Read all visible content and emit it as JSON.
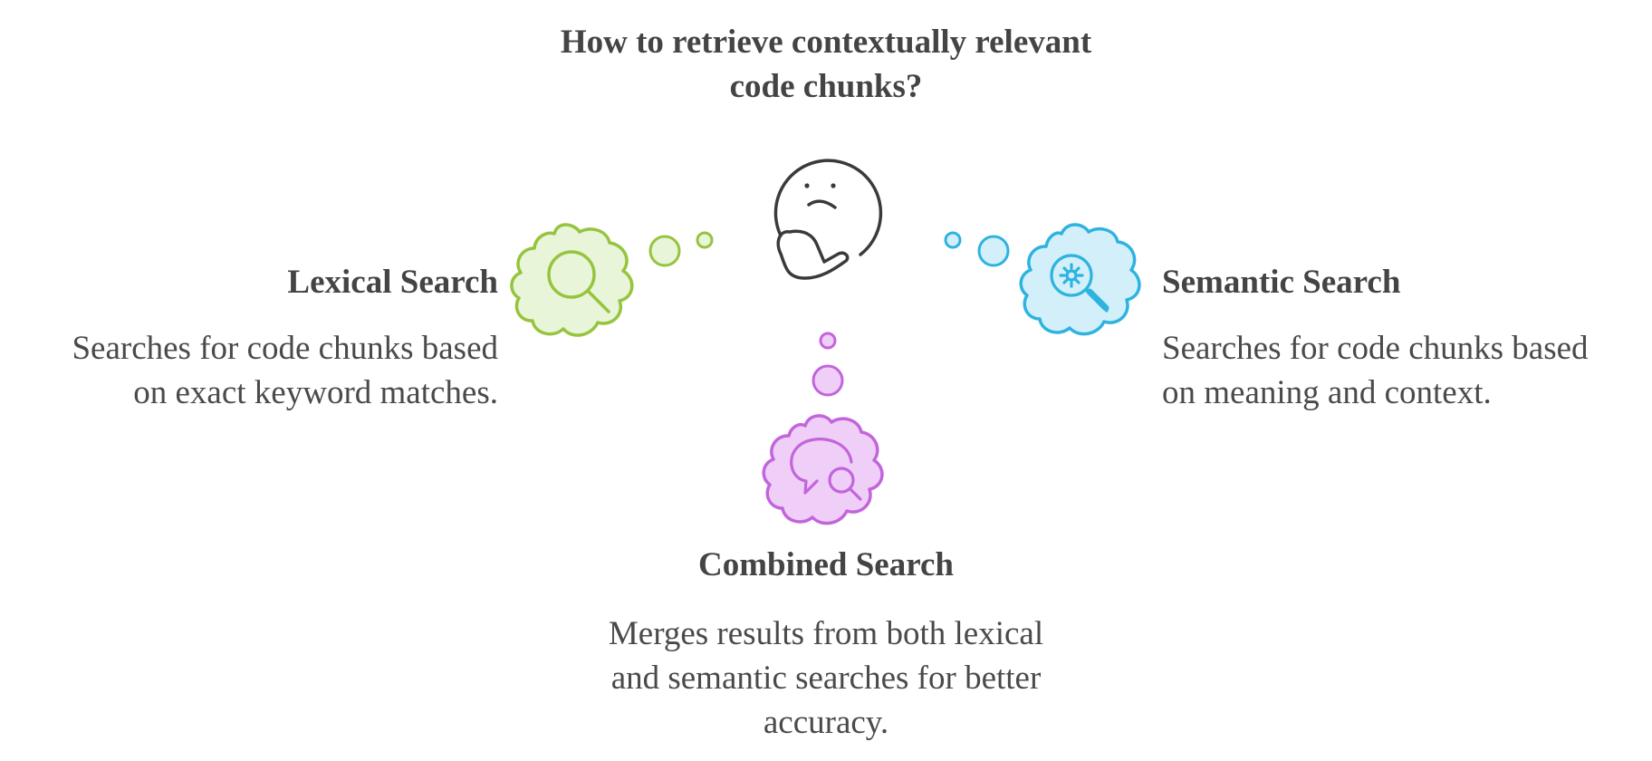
{
  "title": {
    "line1": "How to retrieve contextually relevant",
    "line2": "code chunks?"
  },
  "options": {
    "lexical": {
      "heading": "Lexical Search",
      "desc_line1": "Searches for code chunks based",
      "desc_line2": "on exact keyword matches.",
      "icon": "magnifier-icon",
      "fill": "#e8f5d9",
      "stroke": "#96c43d"
    },
    "semantic": {
      "heading": "Semantic Search",
      "desc_line1": "Searches for code chunks based",
      "desc_line2": "on meaning and context.",
      "icon": "gear-magnifier-icon",
      "fill": "#d3f0fa",
      "stroke": "#2eb3e0"
    },
    "combined": {
      "heading": "Combined Search",
      "desc_line1": "Merges results from both lexical",
      "desc_line2": "and semantic searches for better",
      "desc_line3": "accuracy.",
      "icon": "chat-magnifier-icon",
      "fill": "#efcff7",
      "stroke": "#c265dc"
    }
  },
  "center_icon": "thinking-face-icon",
  "colors": {
    "text": "#444444",
    "face_stroke": "#3a3a3a"
  }
}
